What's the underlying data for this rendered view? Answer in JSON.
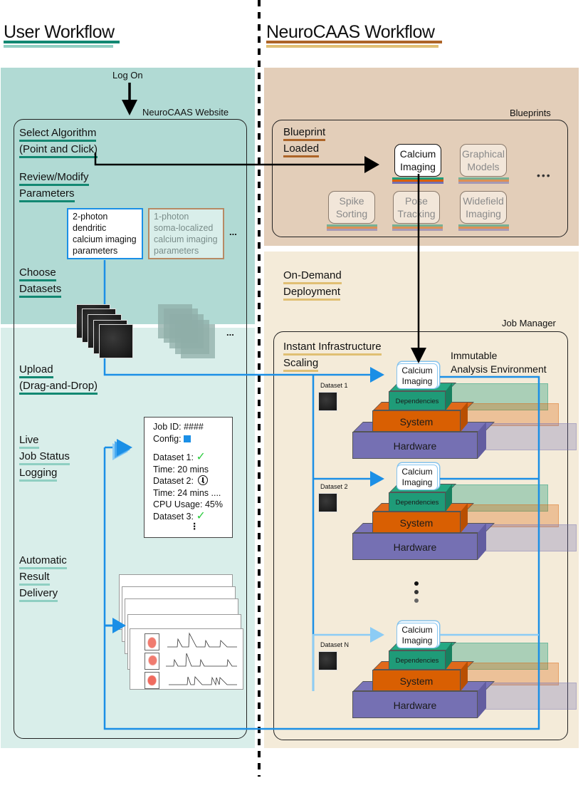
{
  "user_workflow": {
    "title": "User Workflow",
    "log_on": "Log On",
    "website_label": "NeuroCAAS Website",
    "steps": {
      "select_algorithm": [
        "Select Algorithm",
        "(Point and Click)"
      ],
      "review_parameters": [
        "Review/Modify",
        "Parameters"
      ],
      "choose_datasets": [
        "Choose",
        "Datasets"
      ],
      "upload": [
        "Upload",
        "(Drag-and-Drop)"
      ],
      "live_status": [
        "Live",
        "Job Status",
        "Logging"
      ],
      "result_delivery": [
        "Automatic",
        "Result",
        "Delivery"
      ]
    },
    "param_configs": [
      {
        "lines": [
          "2-photon",
          "dendritic",
          "calcium imaging",
          "parameters"
        ],
        "selected": true,
        "border_color": "#1b8fe6"
      },
      {
        "lines": [
          "1-photon",
          "soma-localized",
          "calcium imaging",
          "parameters"
        ],
        "selected": false,
        "border_color": "#b78a65"
      }
    ],
    "more_params": "...",
    "more_datasets": "...",
    "job_log": {
      "job_id": "Job ID: ####",
      "config": "Config:",
      "entries": [
        {
          "label": "Dataset 1:",
          "status": "check-icon"
        },
        {
          "label": "Time: 20 mins"
        },
        {
          "label": "Dataset 2:",
          "status": "clock-icon"
        },
        {
          "label": "Time: 24 mins ...."
        },
        {
          "label": "CPU Usage: 45%"
        },
        {
          "label": "Dataset 3:",
          "status": "check-icon"
        }
      ],
      "more": "⋮"
    }
  },
  "neurocaas_workflow": {
    "title": "NeuroCAAS Workflow",
    "blueprints_label": "Blueprints",
    "blueprint_loaded": [
      "Blueprint",
      "Loaded"
    ],
    "blueprints": [
      {
        "lines": [
          "Calcium",
          "Imaging"
        ],
        "active": true
      },
      {
        "lines": [
          "Graphical",
          "Models"
        ],
        "active": false
      },
      {
        "lines": [
          "Spike",
          "Sorting"
        ],
        "active": false
      },
      {
        "lines": [
          "Pose",
          "Tracking"
        ],
        "active": false
      },
      {
        "lines": [
          "Widefield",
          "Imaging"
        ],
        "active": false
      }
    ],
    "more_blueprints": "•••",
    "on_demand": [
      "On-Demand",
      "Deployment"
    ],
    "job_manager_label": "Job Manager",
    "scaling": [
      "Instant Infrastructure",
      "Scaling"
    ],
    "environment_label": [
      "Immutable",
      "Analysis Environment"
    ],
    "environments": [
      {
        "dataset": "Dataset 1",
        "analysis": [
          "Calcium",
          "Imaging"
        ],
        "layers": [
          "Dependencies",
          "System",
          "Hardware"
        ]
      },
      {
        "dataset": "Dataset 2",
        "analysis": [
          "Calcium",
          "Imaging"
        ],
        "layers": [
          "Dependencies",
          "System",
          "Hardware"
        ]
      },
      {
        "dataset": "Dataset N",
        "analysis": [
          "Calcium",
          "Imaging"
        ],
        "layers": [
          "Dependencies",
          "System",
          "Hardware"
        ]
      }
    ],
    "more_environments": "⋮"
  },
  "colors": {
    "user_bg_top": "#b1dad4",
    "user_bg_bottom": "#d9eeea",
    "bp_bg": "#e3ceb9",
    "deploy_bg": "#f4ebd9",
    "flow_blue": "#1b8fe6",
    "dependencies": "#1f9b78",
    "system": "#d95f02",
    "hardware": "#7570b3",
    "check": "#2ecc40"
  }
}
